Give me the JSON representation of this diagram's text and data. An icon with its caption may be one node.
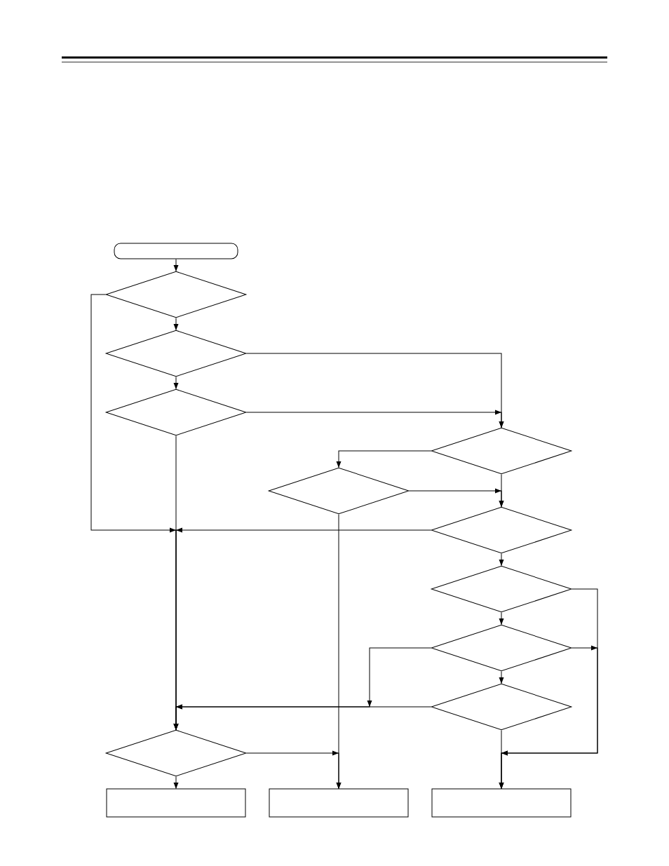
{
  "diagram": {
    "nodes": [
      {
        "text": [],
        "shape": "capsule"
      },
      {
        "text": [],
        "shape": "diamond"
      },
      {
        "text": [],
        "shape": "diamond"
      },
      {
        "text": [],
        "shape": "diamond"
      },
      {
        "text": [],
        "shape": "diamond"
      },
      {
        "text": [],
        "shape": "diamond"
      },
      {
        "text": [],
        "shape": "diamond"
      },
      {
        "text": [],
        "shape": "diamond"
      },
      {
        "text": [],
        "shape": "diamond"
      },
      {
        "text": [],
        "shape": "diamond"
      },
      {
        "text": [],
        "shape": "diamond"
      },
      {
        "text": [],
        "shape": "box"
      },
      {
        "text": [],
        "shape": "box"
      },
      {
        "text": [],
        "shape": "box"
      }
    ],
    "edges": [
      {
        "from": 0,
        "to": 1,
        "arrow": "to"
      },
      {
        "from": 1,
        "to": 2,
        "arrow": "to"
      },
      {
        "from": 2,
        "to": 3,
        "arrow": "to"
      },
      {
        "from": 1,
        "to": 10,
        "arrow": "to"
      },
      {
        "from": 3,
        "to": 10,
        "arrow": "to"
      },
      {
        "from": 2,
        "to": 4,
        "arrow": "to"
      },
      {
        "from": 3,
        "to": 4,
        "arrow": "to"
      },
      {
        "from": 4,
        "to": 5,
        "arrow": "to"
      },
      {
        "from": 4,
        "to": 6,
        "arrow": "to"
      },
      {
        "from": 5,
        "to": 6,
        "arrow": "to"
      },
      {
        "from": 6,
        "to": 10,
        "arrow": "to"
      },
      {
        "from": 5,
        "to": 12,
        "arrow": "to"
      },
      {
        "from": 6,
        "to": 7,
        "arrow": "to"
      },
      {
        "from": 7,
        "to": 8,
        "arrow": "to"
      },
      {
        "from": 8,
        "to": 9,
        "arrow": "to"
      },
      {
        "from": 7,
        "to": 13,
        "arrow": "to"
      },
      {
        "from": 8,
        "to": 13,
        "arrow": "to"
      },
      {
        "from": 8,
        "to": 10,
        "arrow": "to"
      },
      {
        "from": 9,
        "to": 10,
        "arrow": "to"
      },
      {
        "from": 9,
        "to": 13,
        "arrow": "to"
      },
      {
        "from": 10,
        "to": 12,
        "arrow": "to"
      },
      {
        "from": 10,
        "to": 11,
        "arrow": "to"
      }
    ]
  }
}
